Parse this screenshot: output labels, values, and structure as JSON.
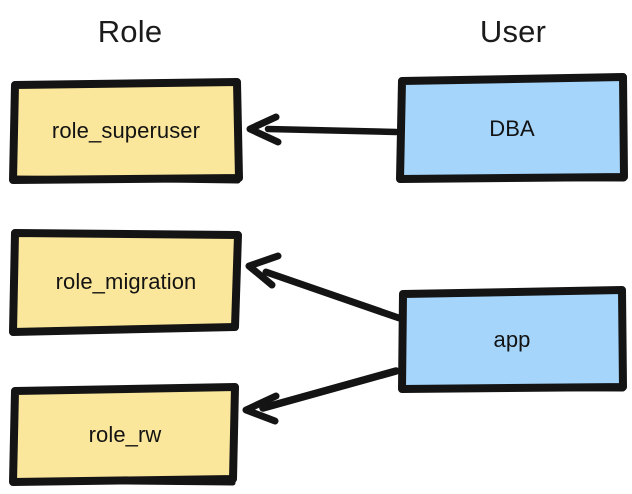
{
  "diagram": {
    "title_columns": {
      "role": "Role",
      "user": "User"
    },
    "style": {
      "background": "#ffffff",
      "role_fill": "#fbe79b",
      "user_fill": "#a5d5fb",
      "stroke": "#141414",
      "text": "#131313"
    },
    "nodes": [
      {
        "id": "role_superuser",
        "label": "role_superuser",
        "column": "Role",
        "fill": "#fbe79b"
      },
      {
        "id": "role_migration",
        "label": "role_migration",
        "column": "Role",
        "fill": "#fbe79b"
      },
      {
        "id": "role_rw",
        "label": "role_rw",
        "column": "Role",
        "fill": "#fbe79b"
      },
      {
        "id": "dba",
        "label": "DBA",
        "column": "User",
        "fill": "#a5d5fb"
      },
      {
        "id": "app",
        "label": "app",
        "column": "User",
        "fill": "#a5d5fb"
      }
    ],
    "edges": [
      {
        "id": "dba-to-role-superuser",
        "from": "dba",
        "to": "role_superuser",
        "style": "arrow-left-straight"
      },
      {
        "id": "app-to-role-migration",
        "from": "app",
        "to": "role_migration",
        "style": "arrow-left-up"
      },
      {
        "id": "app-to-role-rw",
        "from": "app",
        "to": "role_rw",
        "style": "arrow-left-down"
      }
    ]
  }
}
